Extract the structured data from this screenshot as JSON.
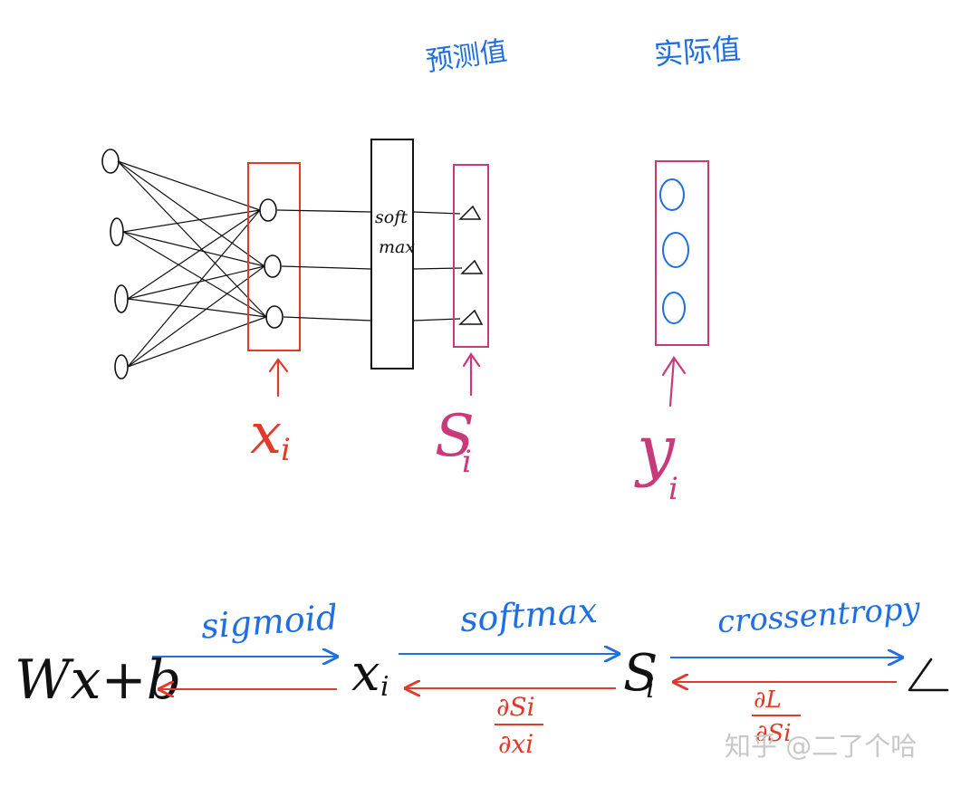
{
  "colors": {
    "ink": "#111111",
    "blue": "#1f6fe0",
    "red": "#e03a2a",
    "magenta": "#c93a7a",
    "watermark": "#c8c8c8"
  },
  "header": {
    "predicted_label": "预测值",
    "actual_label": "实际值"
  },
  "network": {
    "input_node_count": 4,
    "hidden_node_count": 3,
    "softmax_box_label_line1": "soft",
    "softmax_box_label_line2": "max",
    "xi_symbol": "x",
    "xi_subscript": "i",
    "si_symbol": "S",
    "si_subscript": "i",
    "yi_symbol": "y",
    "yi_subscript": "i"
  },
  "flow": {
    "input_expr": "Wx+b",
    "stage1_label": "sigmoid",
    "xi_symbol": "x",
    "xi_subscript": "i",
    "stage2_label": "softmax",
    "si_symbol": "S",
    "si_subscript": "i",
    "stage3_label": "crossentropy",
    "loss_symbol": "L",
    "grad1_numerator": "∂Si",
    "grad1_denominator": "∂xi",
    "grad2_numerator": "∂L",
    "grad2_denominator": "∂Si"
  },
  "watermark": "知乎 @二了个哈"
}
